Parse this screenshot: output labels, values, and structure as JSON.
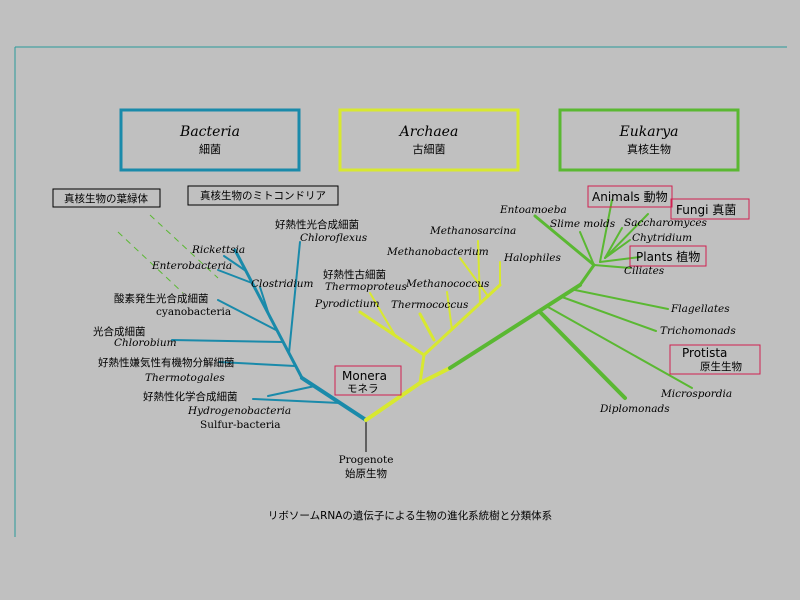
{
  "colors": {
    "background": "#c0c0c0",
    "frame": "#2a9a9a",
    "bacteria": "#1a8aaa",
    "archaea": "#d8e830",
    "eukarya": "#5ab832",
    "highlight_box": "#d02050"
  },
  "domains": {
    "bacteria": {
      "name": "Bacteria",
      "jp": "細菌"
    },
    "archaea": {
      "name": "Archaea",
      "jp": "古細菌"
    },
    "eukarya": {
      "name": "Eukarya",
      "jp": "真核生物"
    }
  },
  "side_notes": {
    "chloroplast": "真核生物の葉緑体",
    "mitochondria": "真核生物のミトコンドリア"
  },
  "root": {
    "en": "Progenote",
    "jp": "始原生物"
  },
  "monera": {
    "en": "Monera",
    "jp": "モネラ"
  },
  "bacteria_labels": {
    "rickettsia": "Rickettsia",
    "enterobacteria": "Enterobacteria",
    "photo_jp": "好熱性光合成細菌",
    "chloroflexus": "Chloroflexus",
    "clostridium": "Clostridium",
    "cyano_jp": "酸素発生光合成細菌",
    "cyano_en": "cyanobacteria",
    "photosyn_jp": "光合成細菌",
    "chlorobium": "Chlorobium",
    "anaerobic_jp": "好熱性嫌気性有機物分解細菌",
    "thermotogales": "Thermotogales",
    "chemo_jp": "好熱性化学合成細菌",
    "hydrogenobacteria": "Hydrogenobacteria",
    "sulfur": "Sulfur-bacteria"
  },
  "archaea_labels": {
    "methanosarcina": "Methanosarcina",
    "methanobacterium": "Methanobacterium",
    "halophiles": "Halophiles",
    "thermo_jp": "好熱性古細菌",
    "thermoproteus": "Thermoproteus",
    "methanococcus": "Methanococcus",
    "pyrodictium": "Pyrodictium",
    "thermococcus": "Thermococcus"
  },
  "eukarya_labels": {
    "entoamoeba": "Entoamoeba",
    "slime_molds": "Slime molds",
    "animals": "Animals 動物",
    "saccharomyces": "Saccharomyces",
    "fungi": "Fungi 真菌",
    "chytridium": "Chytridium",
    "plants": "Plants 植物",
    "ciliates": "Ciliates",
    "flagellates": "Flagellates",
    "trichomonads": "Trichomonads",
    "protista_en": "Protista",
    "protista_jp": "原生生物",
    "microspordia": "Microspordia",
    "diplomonads": "Diplomonads"
  },
  "caption": "リボソームRNAの遺伝子による生物の進化系統樹と分類体系"
}
